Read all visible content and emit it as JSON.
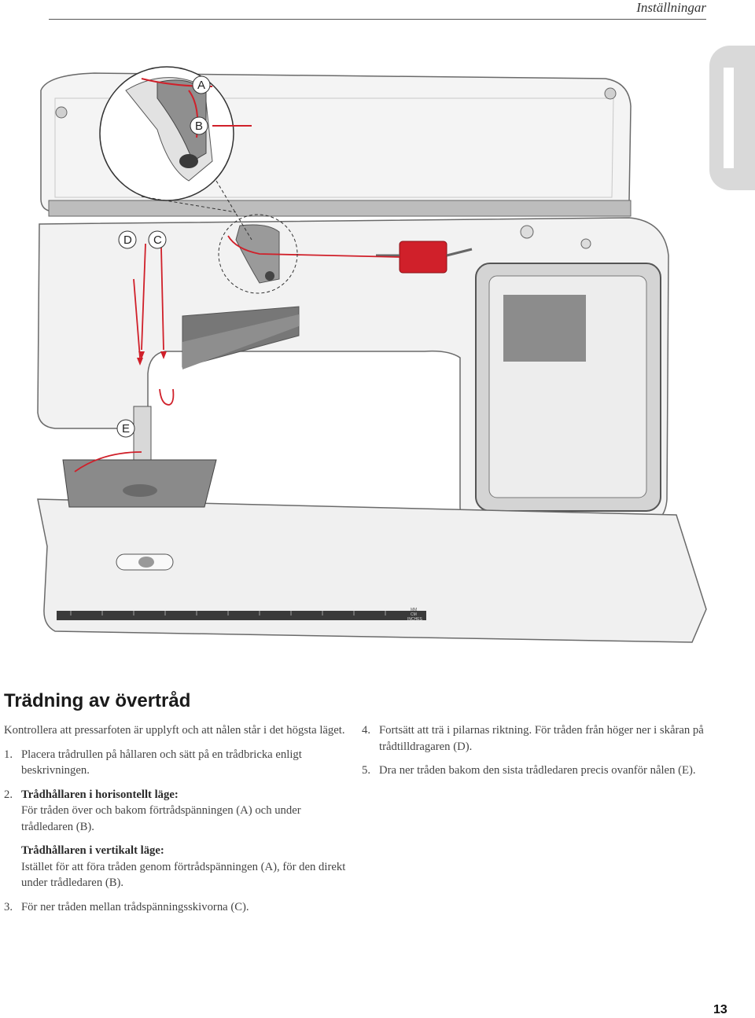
{
  "header": {
    "running_title": "Inställningar"
  },
  "figure": {
    "callouts": [
      "A",
      "B",
      "C",
      "D",
      "E"
    ],
    "ruler": {
      "mm_label": "MM",
      "cm_label": "CM",
      "inches_label": "INCHES"
    }
  },
  "section": {
    "title": "Trädning av övertråd"
  },
  "left_column": {
    "intro": "Kontrollera att pressarfoten är upplyft och att nålen står i det högsta läget.",
    "step1": {
      "num": "1.",
      "text": "Placera trådrullen på hållaren och sätt på en trådbricka enligt beskrivningen."
    },
    "step2": {
      "num": "2.",
      "heading": "Trådhållaren i horisontellt läge:",
      "text": "För tråden över och bakom förtrådspänningen (A) och under trådledaren (B)."
    },
    "vertical": {
      "heading": "Trådhållaren i vertikalt läge:",
      "text": "Istället för att föra tråden genom förtrådspänningen (A), för den direkt under trådledaren (B)."
    },
    "step3": {
      "num": "3.",
      "text": "För ner tråden mellan trådspänningsskivorna (C)."
    }
  },
  "right_column": {
    "step4": {
      "num": "4.",
      "text": "Fortsätt att trä i pilarnas riktning. För tråden från höger ner i skåran på trådtilldragaren (D)."
    },
    "step5": {
      "num": "5.",
      "text": "Dra ner tråden bakom den sista trådledaren precis ovanför nålen (E)."
    }
  },
  "page_number": "13",
  "colors": {
    "thread": "#d0202a",
    "tab": "#d9d9d9",
    "machine_body": "#f2f2f2",
    "machine_outline": "#6a6a6a",
    "screen": "#8c8c8c"
  }
}
